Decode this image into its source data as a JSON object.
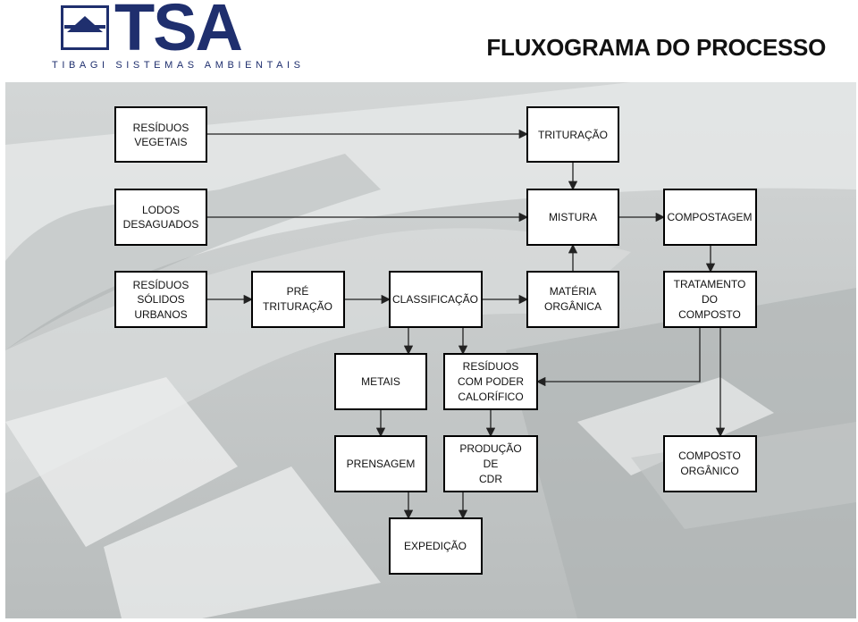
{
  "header": {
    "logo_text": "TSA",
    "logo_subtitle": "TIBAGI SISTEMAS AMBIENTAIS",
    "title": "FLUXOGRAMA DO PROCESSO"
  },
  "colors": {
    "brand": "#1f2f6e",
    "box_border": "#000000",
    "background_photo": "#c9cdcd"
  },
  "nodes": {
    "residuos_vegetais": [
      "RESÍDUOS",
      "VEGETAIS"
    ],
    "trituracao": [
      "TRITURAÇÃO"
    ],
    "lodos": [
      "LODOS",
      "DESAGUADOS"
    ],
    "mistura": [
      "MISTURA"
    ],
    "compostagem": [
      "COMPOSTAGEM"
    ],
    "rsu": [
      "RESÍDUOS",
      "SÓLIDOS",
      "URBANOS"
    ],
    "pre_trituracao": [
      "PRÉ",
      "TRITURAÇÃO"
    ],
    "classificacao": [
      "CLASSIFICAÇÃO"
    ],
    "materia_organica": [
      "MATÉRIA",
      "ORGÂNICA"
    ],
    "tratamento": [
      "TRATAMENTO",
      "DO",
      "COMPOSTO"
    ],
    "metais": [
      "METAIS"
    ],
    "residuos_poder": [
      "RESÍDUOS",
      "COM PODER",
      "CALORÍFICO"
    ],
    "prensagem": [
      "PRENSAGEM"
    ],
    "producao_cdr": [
      "PRODUÇÃO",
      "DE",
      "CDR"
    ],
    "composto_organico": [
      "COMPOSTO",
      "ORGÂNICO"
    ],
    "expedicao": [
      "EXPEDIÇÃO"
    ]
  }
}
